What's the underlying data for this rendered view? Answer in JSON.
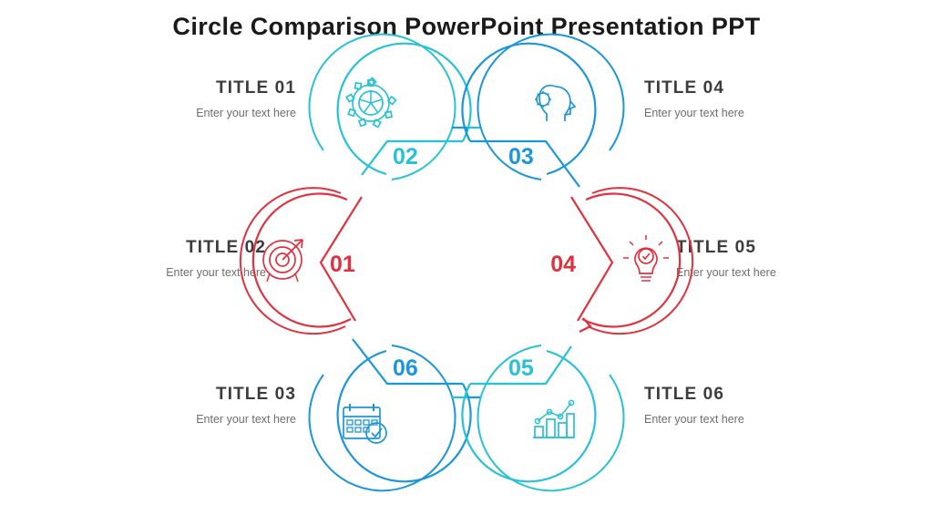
{
  "slide": {
    "title": "Circle Comparison PowerPoint Presentation PPT",
    "background_color": "#ffffff",
    "title_color": "#1a1a1a"
  },
  "palette": {
    "cyan": "#29c1d6",
    "blue": "#1b96d8",
    "red": "#de323f",
    "title_text": "#3c3c3c",
    "sub_text": "#6e6e6e"
  },
  "labels": [
    {
      "id": "01",
      "title": "TITLE  01",
      "subtitle": "Enter your text here",
      "side": "left"
    },
    {
      "id": "02",
      "title": "TITLE  02",
      "subtitle": "Enter your text here",
      "side": "left"
    },
    {
      "id": "03",
      "title": "TITLE  03",
      "subtitle": "Enter your text here",
      "side": "left"
    },
    {
      "id": "04",
      "title": "TITLE  04",
      "subtitle": "Enter your text here",
      "side": "right"
    },
    {
      "id": "05",
      "title": "TITLE  05",
      "subtitle": "Enter your text here",
      "side": "right"
    },
    {
      "id": "06",
      "title": "TITLE  06",
      "subtitle": "Enter your text here",
      "side": "right"
    }
  ],
  "nodes": [
    {
      "number": "01",
      "icon": "target-icon",
      "color": "#de323f",
      "position": "left"
    },
    {
      "number": "02",
      "icon": "gear-icon",
      "color": "#29c1d6",
      "position": "top-left"
    },
    {
      "number": "03",
      "icon": "head-gear-icon",
      "color": "#1b96d8",
      "position": "top-right"
    },
    {
      "number": "04",
      "icon": "lightbulb-icon",
      "color": "#de323f",
      "position": "right"
    },
    {
      "number": "05",
      "icon": "bar-chart-icon",
      "color": "#29c1d6",
      "position": "bottom-right"
    },
    {
      "number": "06",
      "icon": "calendar-icon",
      "color": "#1b96d8",
      "position": "bottom-left"
    }
  ]
}
